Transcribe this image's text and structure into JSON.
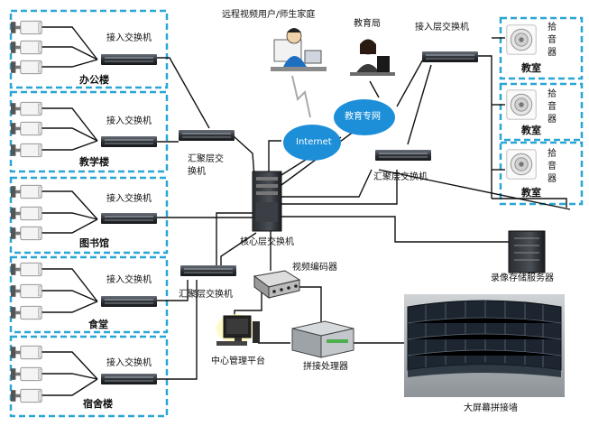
{
  "top_labels": {
    "remote_users": "远程视频用户/师生家庭",
    "education_bureau": "教育局"
  },
  "buildings": [
    {
      "name": "办公楼",
      "switch_label": "接入交换机"
    },
    {
      "name": "教学楼",
      "switch_label": "接入交换机"
    },
    {
      "name": "图书馆",
      "switch_label": "接入交换机"
    },
    {
      "name": "食堂",
      "switch_label": "接入交换机"
    },
    {
      "name": "宿舍楼",
      "switch_label": "接入交换机"
    }
  ],
  "aggregation": {
    "upper_line1": "汇聚层交",
    "upper_line2": "换机",
    "lower": "汇聚层交换机",
    "right": "汇聚层交换机"
  },
  "clouds": {
    "internet": "Internet",
    "edu_net": "教育专网"
  },
  "core_switch": "核心层交换机",
  "right_access_switch": "接入层交换机",
  "classrooms": [
    {
      "name": "教室",
      "device": "拾音器"
    },
    {
      "name": "教室",
      "device": "拾音器"
    },
    {
      "name": "教室",
      "device": "拾音器"
    }
  ],
  "storage_server": "录像存储服务器",
  "video_encoder": "视频编码器",
  "splicing_processor": "拼接处理器",
  "management_platform": "中心管理平台",
  "video_wall": "大屏幕拼接墙",
  "colors": {
    "dashed_border": "#2aa6d6",
    "cloud_fill": "#1d8fd9",
    "switch_body": "#3a3f47",
    "line": "#111111"
  }
}
